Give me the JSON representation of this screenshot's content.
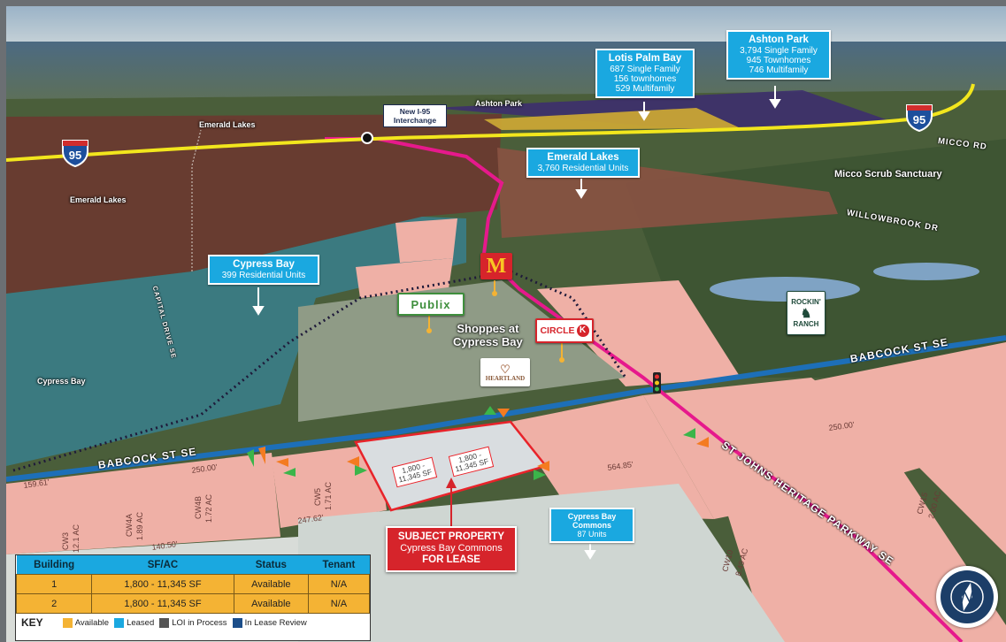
{
  "callouts": {
    "ashton_park": {
      "title": "Ashton Park",
      "l1": "3,794 Single Family",
      "l2": "945 Townhomes",
      "l3": "746 Multifamily"
    },
    "lotis_palm_bay": {
      "title": "Lotis Palm Bay",
      "l1": "687 Single Family",
      "l2": "156 townhomes",
      "l3": "529 Multifamily"
    },
    "emerald_lakes": {
      "title": "Emerald Lakes",
      "l1": "3,760 Residential Units"
    },
    "cypress_bay": {
      "title": "Cypress Bay",
      "l1": "399 Residential Units"
    },
    "cypress_bay_commons": {
      "title1": "Cypress Bay",
      "title2": "Commons",
      "l1": "87 Units"
    },
    "interchange": {
      "l1": "New I-95",
      "l2": "Interchange"
    }
  },
  "area_labels": {
    "ashton_park": "Ashton Park",
    "emerald_lakes_top": "Emerald Lakes",
    "emerald_lakes_left": "Emerald Lakes",
    "micco_scrub": "Micco Scrub Sanctuary",
    "cypress_bay": "Cypress Bay",
    "shoppes1": "Shoppes at",
    "shoppes2": "Cypress Bay"
  },
  "roads": {
    "micco_rd": "MICCO RD",
    "willowbrook": "WILLOWBROOK DR",
    "babcock_right": "BABCOCK ST SE",
    "babcock_left": "BABCOCK ST SE",
    "st_johns": "ST JOHNS HERITAGE PARKWAY SE",
    "capital_drive": "CAPITAL DRIVE SE",
    "i95_number": "95"
  },
  "units": [
    {
      "l1": "1,800 -",
      "l2": "11,345 SF"
    },
    {
      "l1": "1,800 -",
      "l2": "11,345 SF"
    }
  ],
  "subject": {
    "l1": "SUBJECT PROPERTY",
    "l2": "Cypress Bay Commons",
    "l3": "FOR LEASE"
  },
  "brands": {
    "publix": "Publix",
    "circle_k": "CIRCLE",
    "heartland": "HEARTLAND",
    "mcdonalds": "M",
    "rockin1": "ROCKIN'",
    "rockin2": "RANCH"
  },
  "parcels": {
    "cw3": "CW3",
    "cw3_ac": "12.1 AC",
    "cw4a": "CW4A",
    "cw4a_ac": "1.89 AC",
    "cw4b": "CW4B",
    "cw4b_ac": "1.72 AC",
    "cw5": "CW5",
    "cw5_ac": "1.71 AC",
    "cw10": "CW10",
    "cw10_ac": "8.49 AC",
    "cw15": "CW15",
    "cw15_ac": "2.00 AC",
    "d1": "159.61'",
    "d2": "250.00'",
    "d3": "247.62'",
    "d4": "140.50'",
    "d5": "564.85'",
    "d6": "250.00'"
  },
  "table": {
    "headers": [
      "Building",
      "SF/AC",
      "Status",
      "Tenant"
    ],
    "rows": [
      [
        "1",
        "1,800 - 11,345 SF",
        "Available",
        "N/A"
      ],
      [
        "2",
        "1,800 - 11,345 SF",
        "Available",
        "N/A"
      ]
    ]
  },
  "key": {
    "title": "KEY",
    "items": [
      {
        "label": "Available",
        "color": "#f4b334"
      },
      {
        "label": "Leased",
        "color": "#1aa8e0"
      },
      {
        "label": "LOI in Process",
        "color": "#555555"
      },
      {
        "label": "In Lease Review",
        "color": "#1c4e8a"
      }
    ]
  },
  "colors": {
    "highway": "#f2e61d",
    "parkway": "#e6198c",
    "babcock": "#1d6fb8",
    "parcel": "#efb0a6",
    "callout": "#1aa8e0",
    "subject": "#d6242b"
  }
}
